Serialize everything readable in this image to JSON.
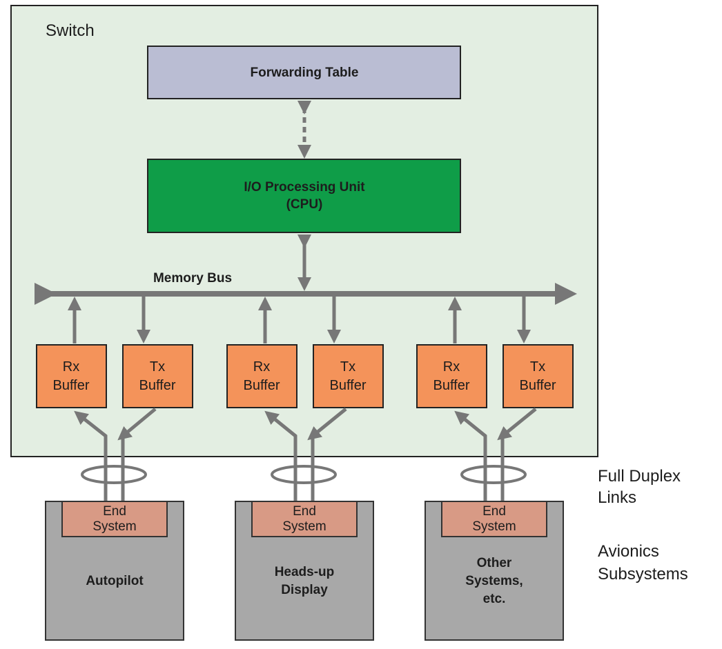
{
  "switch": {
    "label": "Switch"
  },
  "forwarding_table": {
    "label": "Forwarding Table"
  },
  "cpu": {
    "line1": "I/O Processing Unit",
    "line2": "(CPU)"
  },
  "memory_bus": {
    "label": "Memory Bus"
  },
  "buffers": [
    {
      "line1": "Rx",
      "line2": "Buffer"
    },
    {
      "line1": "Tx",
      "line2": "Buffer"
    },
    {
      "line1": "Rx",
      "line2": "Buffer"
    },
    {
      "line1": "Tx",
      "line2": "Buffer"
    },
    {
      "line1": "Rx",
      "line2": "Buffer"
    },
    {
      "line1": "Tx",
      "line2": "Buffer"
    }
  ],
  "subsystems": [
    {
      "end_system": [
        "End",
        "System"
      ],
      "name": [
        "Autopilot"
      ]
    },
    {
      "end_system": [
        "End",
        "System"
      ],
      "name": [
        "Heads-up",
        "Display"
      ]
    },
    {
      "end_system": [
        "End",
        "System"
      ],
      "name": [
        "Other",
        "Systems,",
        "etc."
      ]
    }
  ],
  "side_labels": {
    "links": [
      "Full Duplex",
      "Links"
    ],
    "subsystems": [
      "Avionics",
      "Subsystems"
    ]
  },
  "colors": {
    "switch_bg": "#e3eee2",
    "forwarding_table": "#babdd3",
    "cpu": "#0f9d48",
    "buffer": "#f4935a",
    "end_system": "#d89a85",
    "subsystem": "#a8a8a8",
    "arrow": "#777777"
  }
}
